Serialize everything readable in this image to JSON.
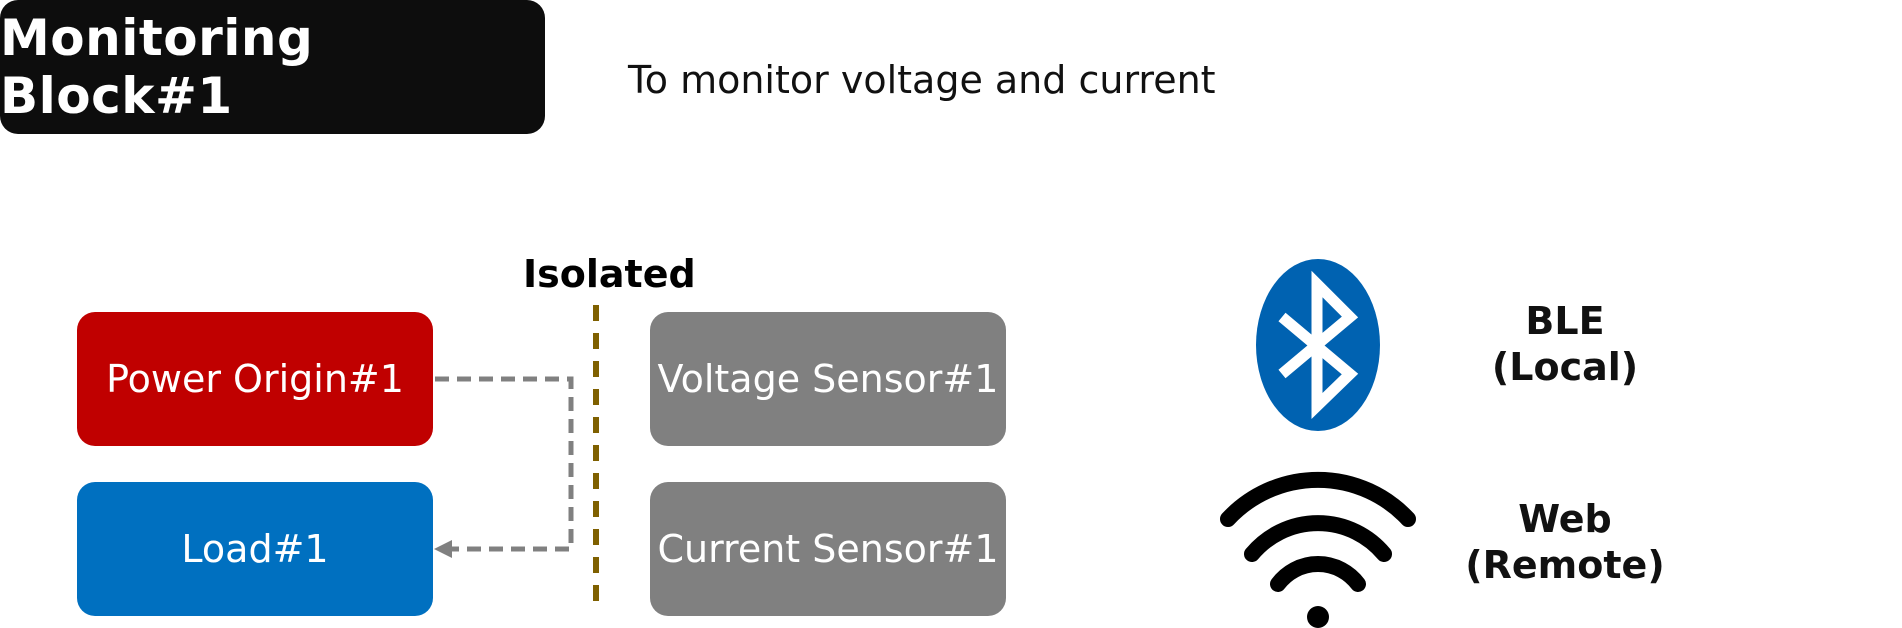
{
  "header": {
    "title": "Monitoring Block#1",
    "description": "To monitor voltage and current"
  },
  "diagram": {
    "isolation_label": "Isolated",
    "blocks": {
      "power_origin": "Power Origin#1",
      "load": "Load#1",
      "voltage_sensor": "Voltage Sensor#1",
      "current_sensor": "Current Sensor#1"
    },
    "connectivity": {
      "ble_line1": "BLE",
      "ble_line2": "(Local)",
      "web_line1": "Web",
      "web_line2": "(Remote)"
    }
  },
  "colors": {
    "power_origin": "#c00000",
    "load": "#0070c0",
    "sensor": "#808080",
    "isolation_line": "#7f6000",
    "connection": "#808080",
    "bluetooth": "#0062b1"
  },
  "icons": [
    "bluetooth-icon",
    "wifi-icon"
  ]
}
